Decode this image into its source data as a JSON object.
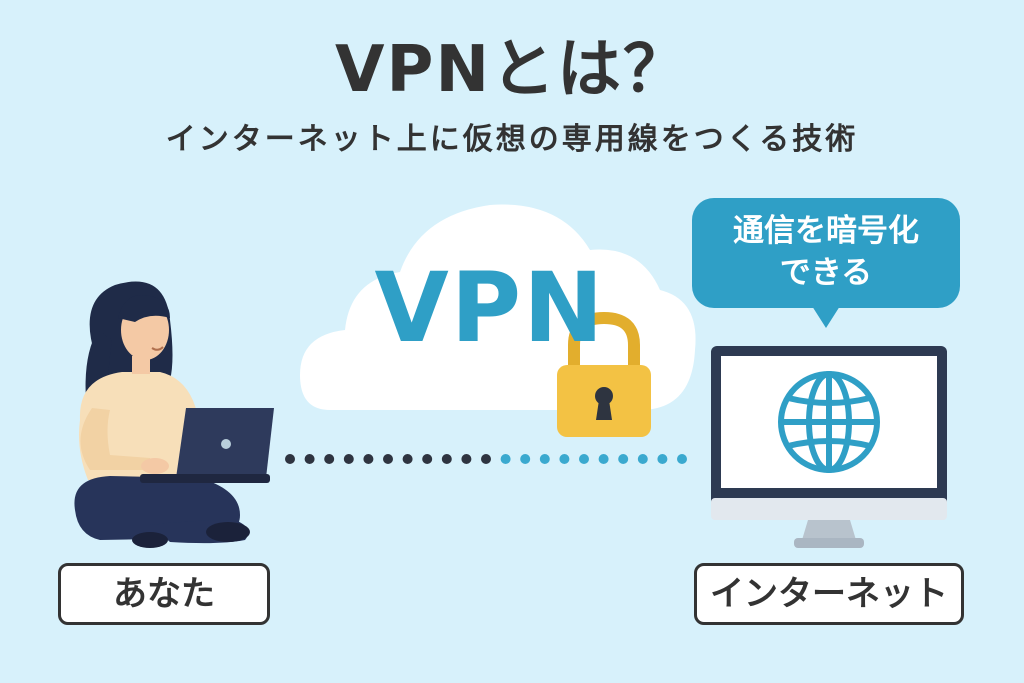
{
  "header": {
    "title": "VPNとは？",
    "subtitle": "インターネット上に仮想の専用線をつくる技術"
  },
  "cloud": {
    "label": "VPN"
  },
  "bubble": {
    "line1": "通信を暗号化",
    "line2": "できる"
  },
  "labels": {
    "you": "あなた",
    "internet": "インターネット"
  },
  "icons": [
    "person-with-laptop",
    "cloud-icon",
    "padlock-icon",
    "monitor-icon",
    "globe-icon"
  ],
  "colors": {
    "background": "#d7f1fb",
    "accent": "#2f9fc6",
    "dark": "#333333",
    "lock": "#f3c244",
    "dots_dark": "#2e3440",
    "dots_accent": "#3aa9cf"
  }
}
